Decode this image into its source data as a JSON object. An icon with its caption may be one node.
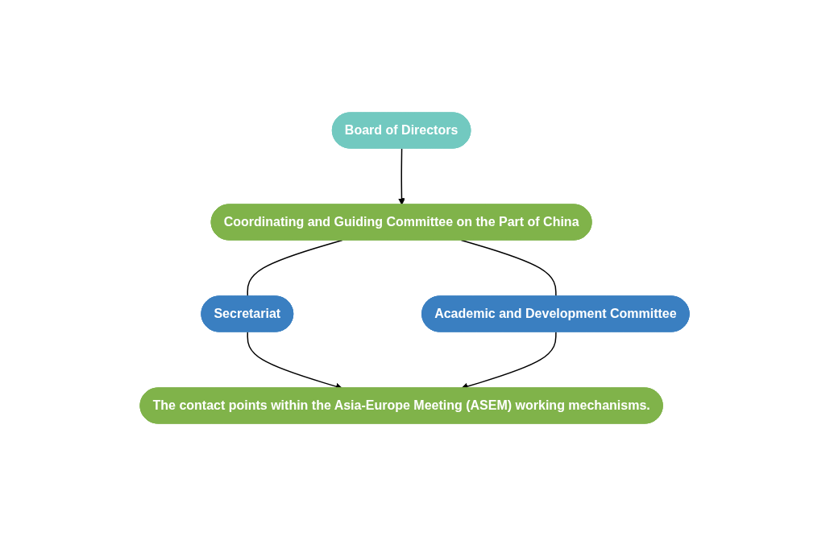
{
  "diagram": {
    "nodes": [
      {
        "text": [
          "Board of Directors"
        ]
      },
      {
        "text": [
          "Coordinating and Guiding Committee on the Part of China"
        ]
      },
      {
        "text": [
          "Secretariat"
        ]
      },
      {
        "text": [
          "Academic and Development Committee"
        ]
      },
      {
        "text": [
          "The contact points within the Asia-Europe Meeting (ASEM) working mechanisms."
        ]
      }
    ],
    "edges": [
      {
        "from": 0,
        "to": 1,
        "arrow": "to"
      },
      {
        "from": 1,
        "to": 2,
        "arrow": "none"
      },
      {
        "from": 1,
        "to": 3,
        "arrow": "none"
      },
      {
        "from": 2,
        "to": 4,
        "arrow": "to"
      },
      {
        "from": 3,
        "to": 4,
        "arrow": "to"
      }
    ]
  }
}
